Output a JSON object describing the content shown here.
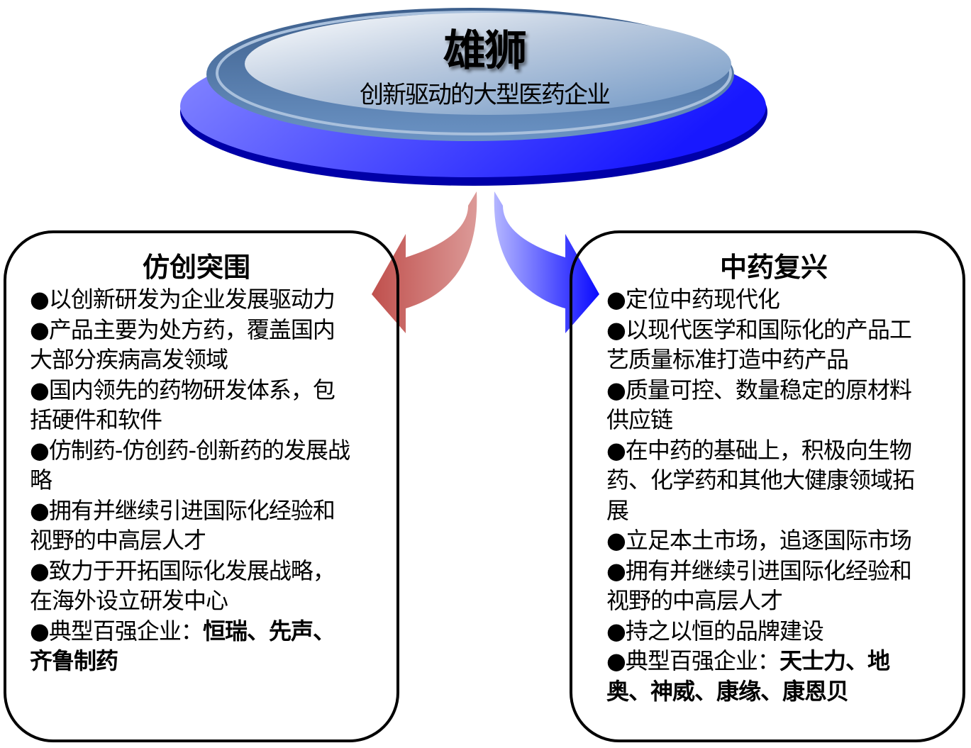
{
  "center": {
    "title": "雄狮",
    "subtitle": "创新驱动的大型医药企业"
  },
  "colors": {
    "disc_blue": "#3a3aff",
    "disc_dark": "#0000b0",
    "inner_steel": "#4e78a8",
    "left_arrow": "#c0504d",
    "right_arrow": "#1a1aff"
  },
  "left": {
    "title": "仿创突围",
    "items": [
      {
        "text": "●以创新研发为企业发展驱动力"
      },
      {
        "text": "●产品主要为处方药，覆盖国内大部分疾病高发领域"
      },
      {
        "text": "●国内领先的药物研发体系，包括硬件和软件"
      },
      {
        "text": "●仿制药-仿创药-创新药的发展战略"
      },
      {
        "text": "●拥有并继续引进国际化经验和视野的中高层人才"
      },
      {
        "text": "●致力于开拓国际化发展战略，在海外设立研发中心"
      },
      {
        "text": "●典型百强企业：",
        "bold": "恒瑞、先声、齐鲁制药"
      }
    ]
  },
  "right": {
    "title": "中药复兴",
    "items": [
      {
        "text": "●定位中药现代化"
      },
      {
        "text": "●以现代医学和国际化的产品工艺质量标准打造中药产品"
      },
      {
        "text": "●质量可控、数量稳定的原材料供应链"
      },
      {
        "text": "●在中药的基础上，积极向生物药、化学药和其他大健康领域拓展"
      },
      {
        "text": "●立足本土市场，追逐国际市场"
      },
      {
        "text": "●拥有并继续引进国际化经验和视野的中高层人才"
      },
      {
        "text": "●持之以恒的品牌建设"
      },
      {
        "text": "●典型百强企业：",
        "bold": "天士力、地奥、神威、康缘、康恩贝"
      }
    ]
  }
}
